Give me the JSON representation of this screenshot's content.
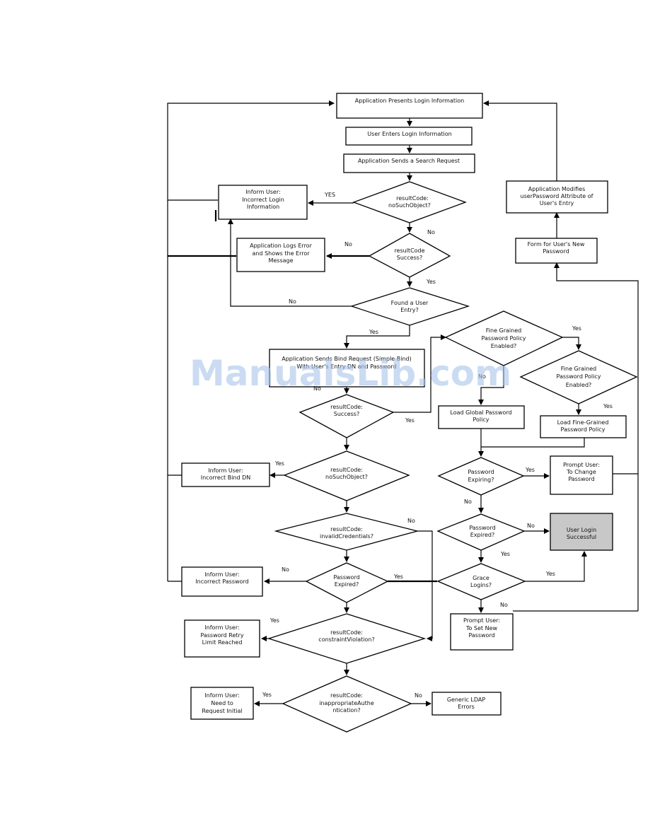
{
  "watermark": "ManualsLib.com",
  "nodes": {
    "presents": [
      "Application Presents Login Information"
    ],
    "enters": [
      "User Enters Login Information"
    ],
    "search": [
      "Application Sends a Search Request"
    ],
    "nosuch1": [
      "resultCode:",
      "noSuchObject?"
    ],
    "incorrect_login": [
      "Inform User:",
      "Incorrect Login",
      "Information"
    ],
    "success1": [
      "resultCode",
      "Success?"
    ],
    "logs_error": [
      "Application Logs Error",
      "and Shows the Error",
      "Message"
    ],
    "found_user": [
      "Found a User",
      "Entry?"
    ],
    "bind": [
      "Application Sends Bind Request (Simple Bind)",
      "With User's Entry DN and Password"
    ],
    "success2": [
      "resultCode:",
      "Success?"
    ],
    "nosuch2": [
      "resultCode:",
      "noSuchObject?"
    ],
    "incorrect_dn": [
      "Inform User:",
      "Incorrect Bind DN"
    ],
    "invalid_cred": [
      "resultCode:",
      "invalidCredentials?"
    ],
    "pwd_expired_left": [
      "Password",
      "Expired?"
    ],
    "incorrect_pwd": [
      "Inform User:",
      "Incorrect Password"
    ],
    "constraint": [
      "resultCode:",
      "constraintViolation?"
    ],
    "retry_limit": [
      "Inform User:",
      "Password Retry",
      "Limit Reached"
    ],
    "inappropriate": [
      "resultCode:",
      "inappropriateAuthe",
      "ntication?"
    ],
    "need_request": [
      "Inform User:",
      "Need to",
      "Request Initial"
    ],
    "generic": [
      "Generic LDAP",
      "Errors"
    ],
    "fg1": [
      "Fine Grained",
      "Password Policy",
      "Enabled?"
    ],
    "fg2": [
      "Fine Grained",
      "Password Policy",
      "Enabled?"
    ],
    "global_policy": [
      "Load Global Password",
      "Policy"
    ],
    "fg_policy": [
      "Load Fine-Grained",
      "Password Policy"
    ],
    "expiring": [
      "Password",
      "Expiring?"
    ],
    "prompt_change": [
      "Prompt User:",
      "To Change",
      "Password"
    ],
    "expired_right": [
      "Password",
      "Expired?"
    ],
    "success_login": [
      "User Login",
      "Successful"
    ],
    "grace": [
      "Grace",
      "Logins?"
    ],
    "prompt_set": [
      "Prompt User:",
      "To Set New",
      "Password"
    ],
    "form_new": [
      "Form for User's New",
      "Password"
    ],
    "modifies": [
      "Application Modifies",
      "userPassword Attribute of",
      "User's Entry"
    ]
  },
  "labels": {
    "yes_upper": "YES",
    "yes": "Yes",
    "no": "No"
  }
}
